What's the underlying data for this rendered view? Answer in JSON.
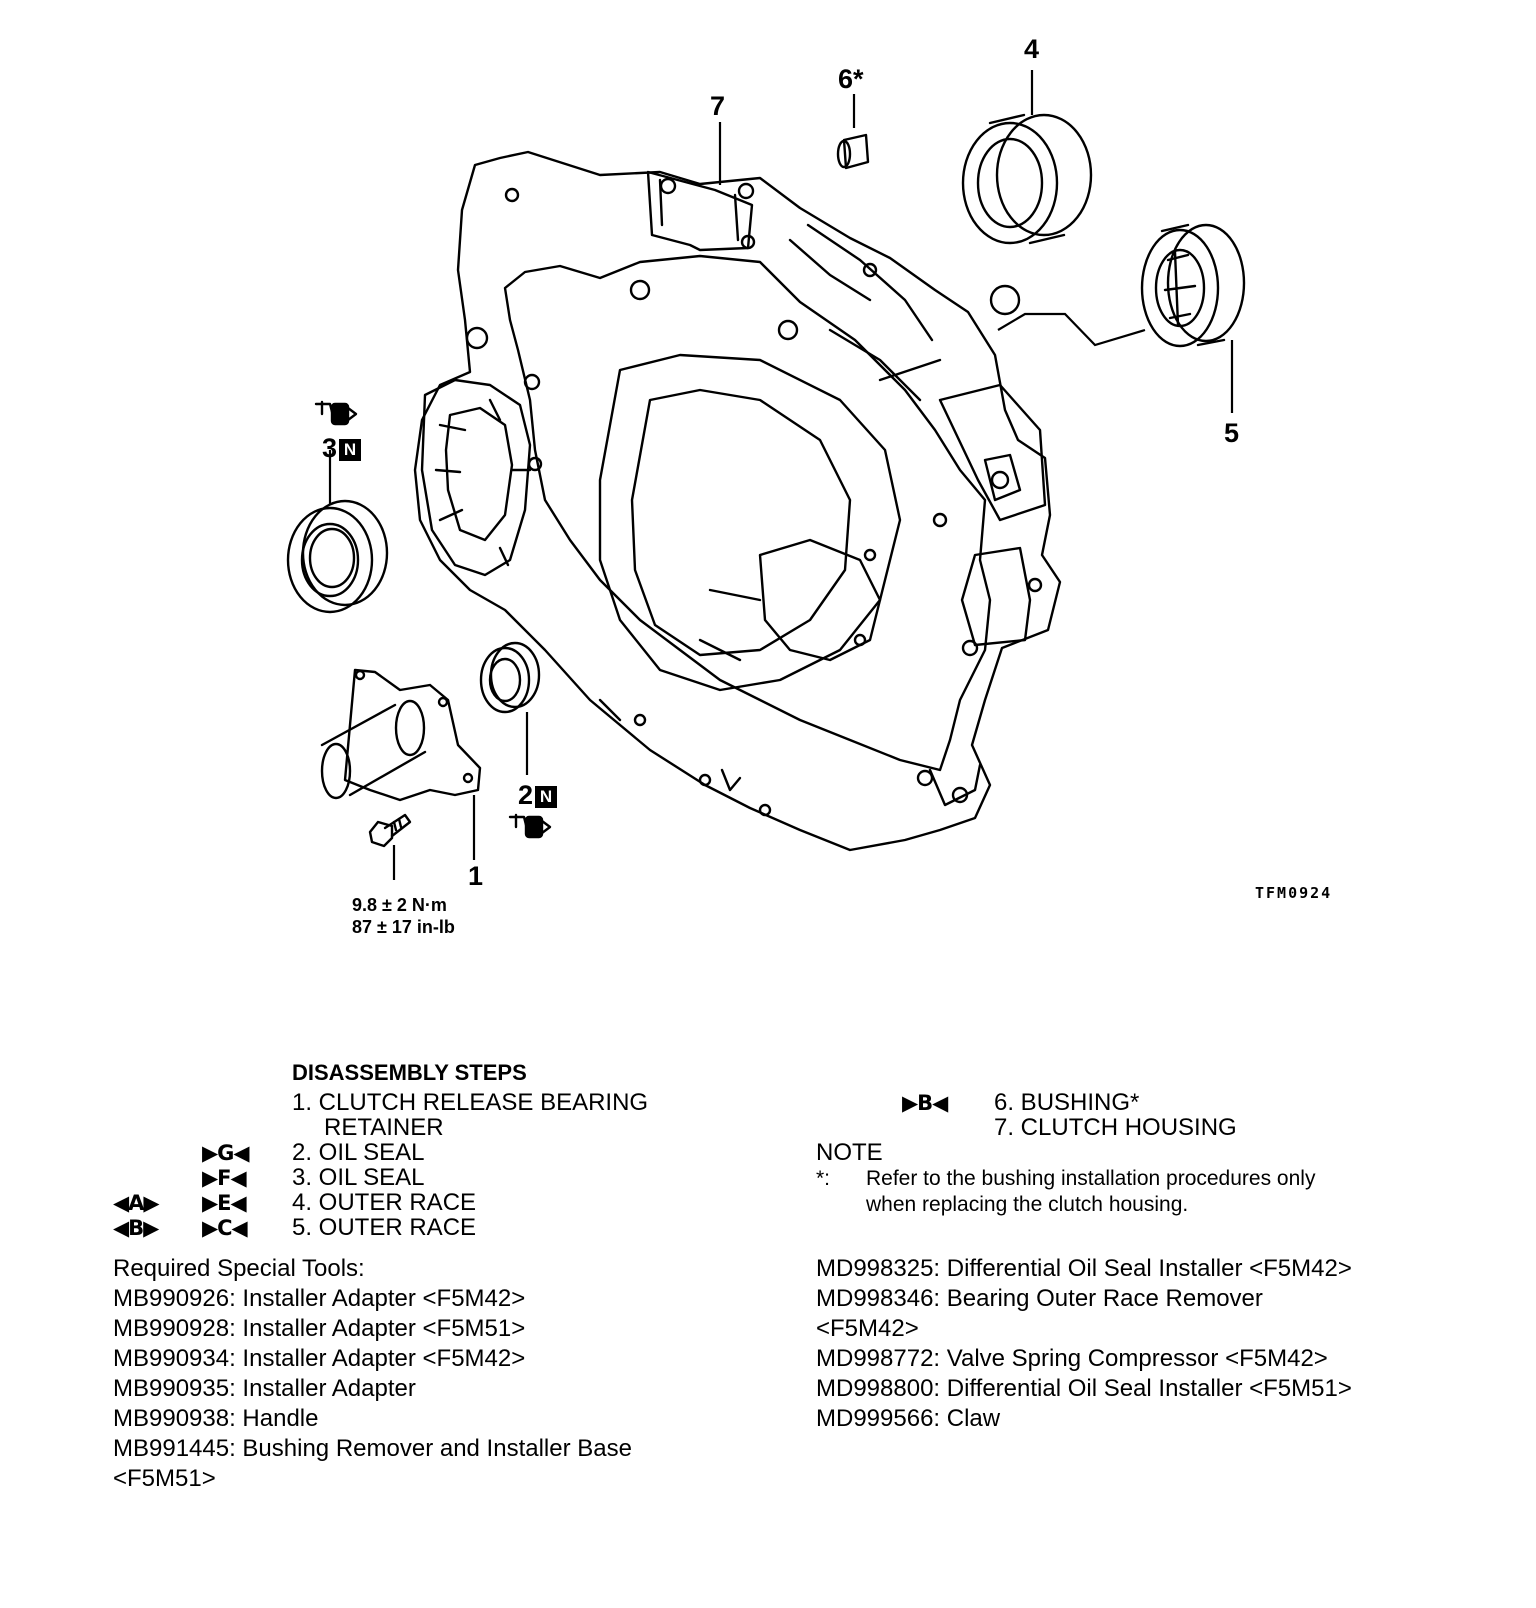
{
  "callouts": {
    "c1": "1",
    "c2": "2",
    "c3": "3",
    "c4": "4",
    "c5": "5",
    "c6": "6*",
    "c7": "7",
    "n": "N"
  },
  "torque": {
    "nm": "9.8 ± 2 N·m",
    "inlb": "87 ± 17 in-lb"
  },
  "figure_id": "TFM0924",
  "steps": {
    "heading": "DISASSEMBLY STEPS",
    "items": [
      {
        "text": "1. CLUTCH RELEASE BEARING",
        "install": "",
        "removal": ""
      },
      {
        "text": "RETAINER",
        "install": "",
        "removal": ""
      },
      {
        "text": "2. OIL SEAL",
        "install": "▶G◀",
        "removal": ""
      },
      {
        "text": "3. OIL SEAL",
        "install": "▶F◀",
        "removal": ""
      },
      {
        "text": "4. OUTER RACE",
        "install": "▶E◀",
        "removal": "◀A▶"
      },
      {
        "text": "5. OUTER RACE",
        "install": "▶C◀",
        "removal": "◀B▶"
      },
      {
        "text": "6. BUSHING*",
        "install": "▶B◀",
        "removal": ""
      },
      {
        "text": "7. CLUTCH HOUSING",
        "install": "",
        "removal": ""
      }
    ]
  },
  "note": {
    "label": "NOTE",
    "marker": "*:",
    "line1": "Refer to the bushing installation procedures only",
    "line2": "when replacing the clutch housing."
  },
  "tools": {
    "heading": "Required Special Tools:",
    "left": [
      "MB990926: Installer Adapter <F5M42>",
      "MB990928: Installer Adapter <F5M51>",
      "MB990934: Installer Adapter <F5M42>",
      "MB990935: Installer Adapter",
      "MB990938: Handle",
      "MB991445: Bushing Remover and Installer Base",
      "<F5M51>"
    ],
    "right": [
      "MD998325: Differential Oil Seal Installer <F5M42>",
      "MD998346: Bearing Outer Race Remover",
      "<F5M42>",
      "MD998772: Valve Spring Compressor <F5M42>",
      "MD998800: Differential Oil Seal Installer <F5M51>",
      "MD999566: Claw"
    ]
  }
}
